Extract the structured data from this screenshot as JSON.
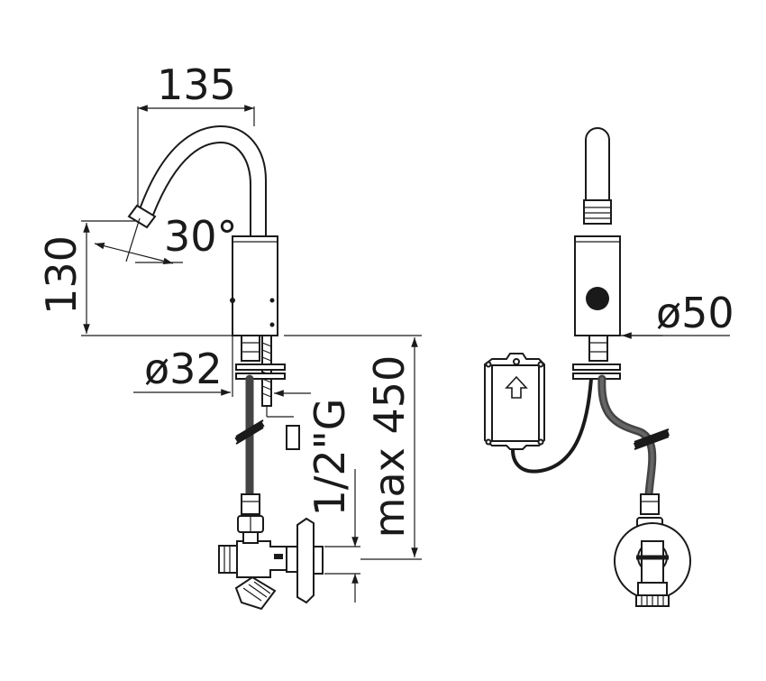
{
  "dimensions": {
    "spout_reach": "135",
    "spout_angle": "30°",
    "spout_height": "130",
    "body_diameter": "ø32",
    "thread": "1/2\"G",
    "max_length": "max 450",
    "sensor_diameter": "ø50"
  },
  "colors": {
    "line": "#1a1a1a",
    "hose": "#444444",
    "background": "#ffffff"
  },
  "icons": {
    "control_box_symbol": "arrow-up-icon"
  }
}
